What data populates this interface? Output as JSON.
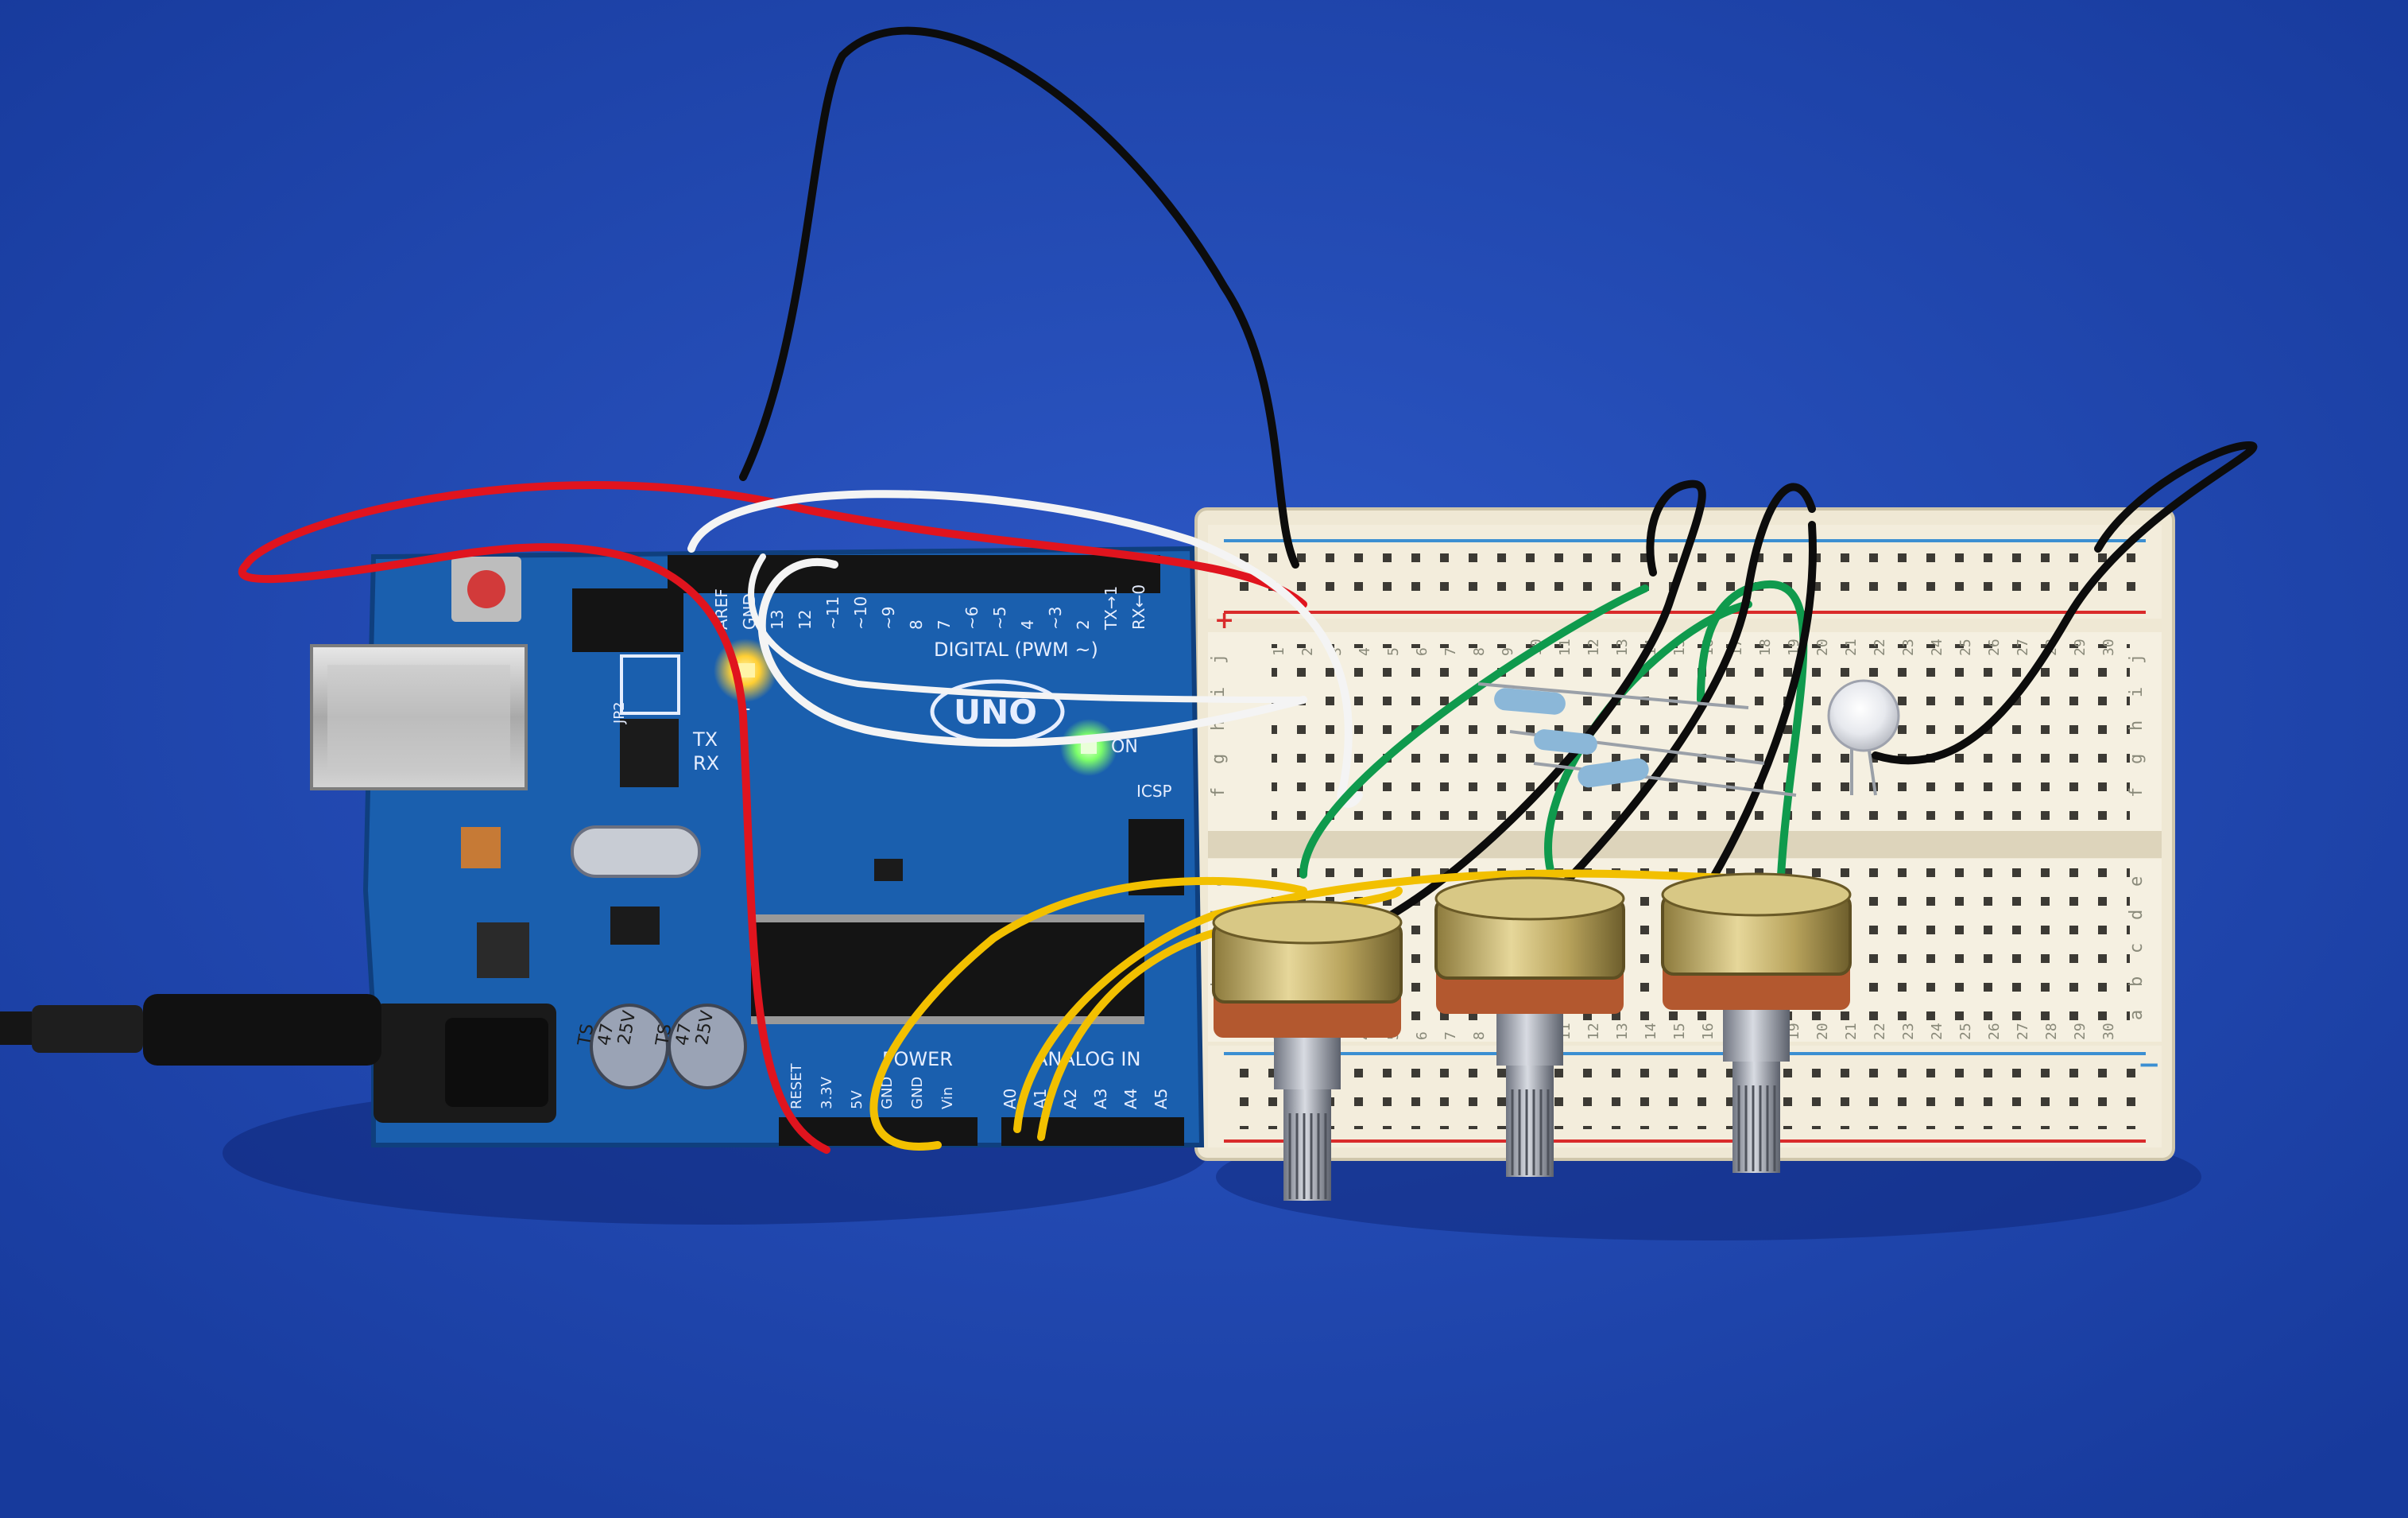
{
  "board": {
    "logo": "UNO",
    "header_digital": "DIGITAL (PWM ~)",
    "pins_digital": [
      "AREF",
      "GND",
      "13",
      "12",
      "~11",
      "~10",
      "~9",
      "8",
      "7",
      "~6",
      "~5",
      "4",
      "~3",
      "2",
      "TX→1",
      "RX←0"
    ],
    "header_power": "POWER",
    "pins_power": [
      "RESET",
      "3.3V",
      "5V",
      "GND",
      "GND",
      "Vin"
    ],
    "header_analog": "ANALOG IN",
    "pins_analog": [
      "A0",
      "A1",
      "A2",
      "A3",
      "A4",
      "A5"
    ],
    "label_tx": "TX",
    "label_rx": "RX",
    "label_l": "L",
    "label_on": "ON",
    "label_icsp": "ICSP",
    "label_jp2": "JP2",
    "capacitor_1": [
      "TS",
      "47",
      "25V"
    ],
    "capacitor_2": [
      "TS",
      "47",
      "25V"
    ]
  },
  "breadboard": {
    "column_numbers": [
      "1",
      "2",
      "3",
      "4",
      "5",
      "6",
      "7",
      "8",
      "9",
      "10",
      "11",
      "12",
      "13",
      "14",
      "15",
      "16",
      "17",
      "18",
      "19",
      "20",
      "21",
      "22",
      "23",
      "24",
      "25",
      "26",
      "27",
      "28",
      "29",
      "30"
    ],
    "row_letters_top": [
      "j",
      "i",
      "h",
      "g",
      "f"
    ],
    "row_letters_bottom": [
      "e",
      "d",
      "c",
      "b",
      "a"
    ],
    "rail_plus": "+",
    "rail_minus": "−"
  },
  "colors": {
    "background": "#1f47b3",
    "board_blue": "#1a5fae",
    "breadboard": "#f0ead8",
    "wire_red": "#e0141e",
    "wire_white": "#f4f4f4",
    "wire_black": "#0c0c0c",
    "wire_green": "#0f9a4d",
    "wire_yellow": "#f2c000",
    "led_yellow": "#ffcf33",
    "led_green": "#7dff6a"
  },
  "icons": [
    "usb-b-port-icon",
    "dc-barrel-jack-icon",
    "reset-button-icon",
    "potentiometer-icon",
    "led-icon",
    "resistor-icon",
    "crystal-oscillator-icon",
    "atmega-chip-icon"
  ]
}
